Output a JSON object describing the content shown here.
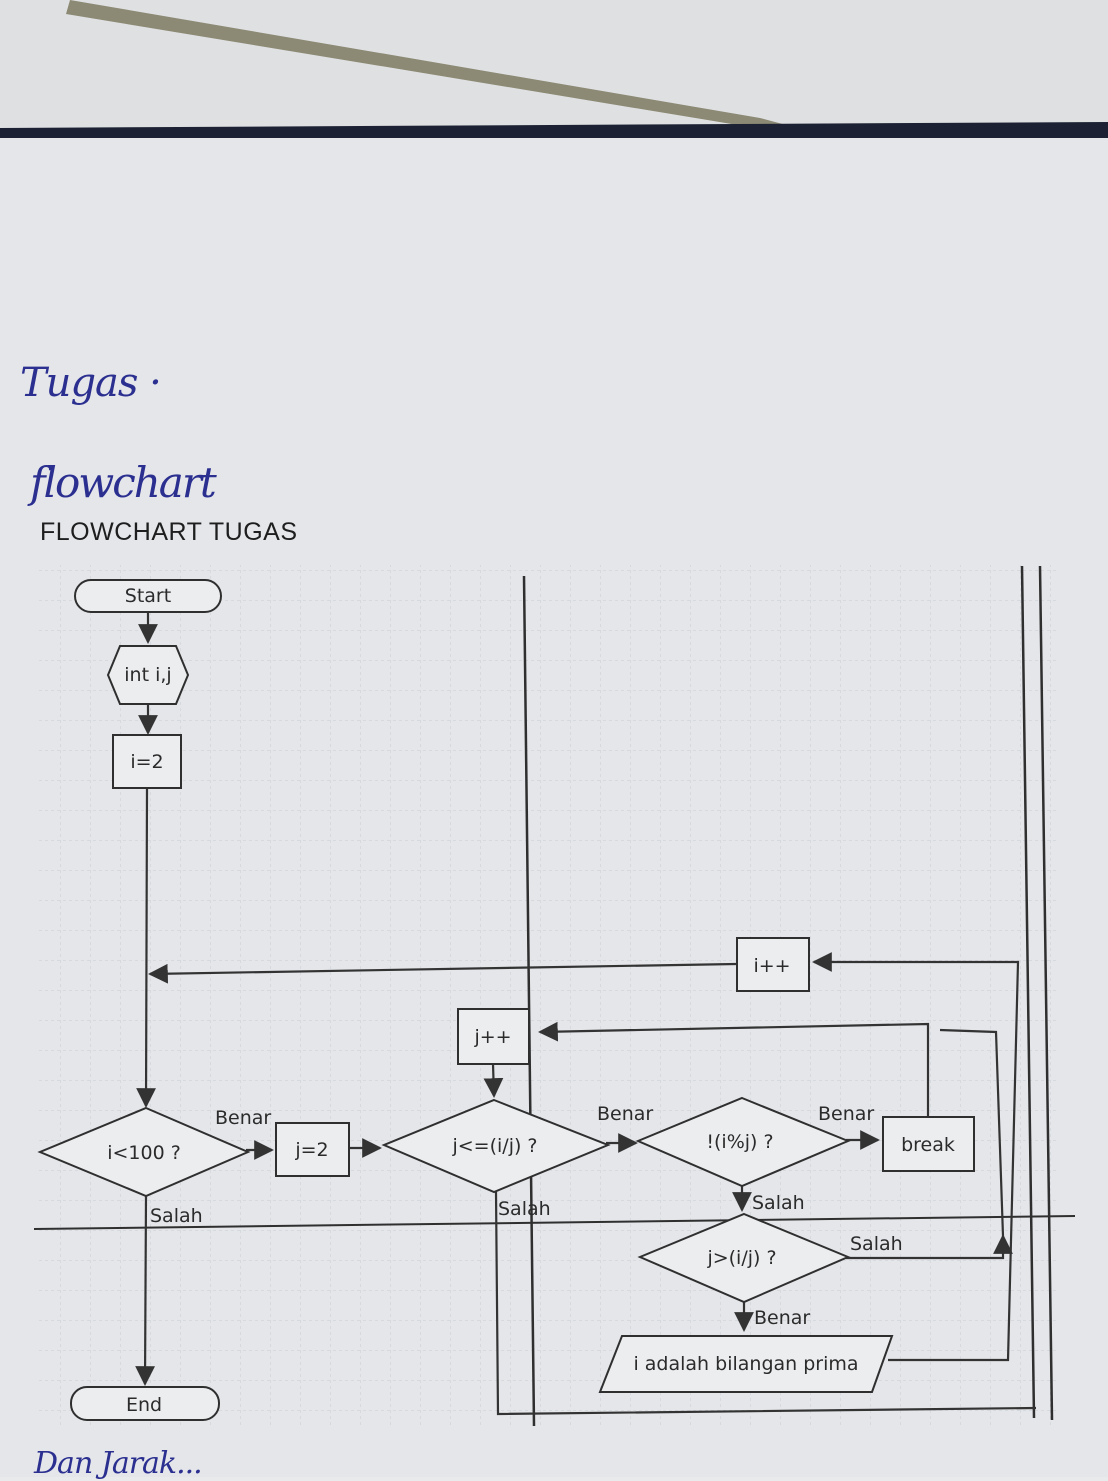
{
  "handwritten": {
    "title": "Tugas ·",
    "subtitle": "flowchart",
    "bottom": "Dan Jarak..."
  },
  "chart_title": "FLOWCHART TUGAS",
  "colors": {
    "ink": "#2b2f8f",
    "line": "#333333",
    "paper": "#e4e6ea",
    "grid": "#c9cdd4"
  },
  "nodes": {
    "start": "Start",
    "declare": "int i,j",
    "init_i": "i=2",
    "cond_i": "i<100 ?",
    "init_j": "j=2",
    "cond_j": "j<=(i/j) ?",
    "cond_mod": "!(i%j) ?",
    "break": "break",
    "cond_prime": "j>(i/j) ?",
    "output": "i adalah bilangan prima",
    "inc_i": "i++",
    "inc_j": "j++",
    "end": "End"
  },
  "edge_labels": {
    "cond_i_true": "Benar",
    "cond_i_false": "Salah",
    "cond_j_true": "Benar",
    "cond_j_false": "Salah",
    "cond_mod_true": "Benar",
    "cond_mod_false": "Salah",
    "cond_prime_false": "Salah",
    "cond_prime_true": "Benar"
  }
}
